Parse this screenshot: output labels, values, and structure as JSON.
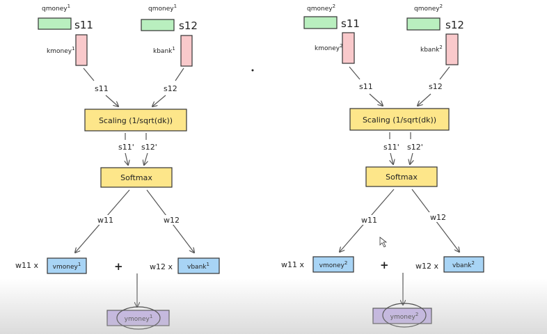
{
  "colors": {
    "query": "#b9efbf",
    "key": "#f9c9cb",
    "op": "#fde68a",
    "value": "#a8d4f5",
    "output": "#c9b6f0"
  },
  "heads": [
    {
      "q_label": "qmoney",
      "q_sup": "1",
      "q_label_b": "qmoney",
      "q_sup_b": "1",
      "k_label": "kmoney",
      "k_sup": "1",
      "k_label_b": "kbank",
      "k_sup_b": "1",
      "s_a": "s11",
      "s_b": "s12",
      "s_a_mid": "s11",
      "s_b_mid": "s12",
      "scaling": "Scaling (1/sqrt(dk))",
      "s_a_scaled": "s11'",
      "s_b_scaled": "s12'",
      "softmax": "Softmax",
      "w_a": "w11",
      "w_b": "w12",
      "w_a_times": "w11 x",
      "w_b_times": "w12 x",
      "v_a": "vmoney",
      "v_a_sup": "1",
      "v_b": "vbank",
      "v_b_sup": "1",
      "plus": "+",
      "y": "ymoney",
      "y_sup": "1"
    },
    {
      "q_label": "qmoney",
      "q_sup": "2",
      "q_label_b": "qmoney",
      "q_sup_b": "2",
      "k_label": "kmoney",
      "k_sup": "2",
      "k_label_b": "kbank",
      "k_sup_b": "2",
      "s_a": "s11",
      "s_b": "s12",
      "s_a_mid": "s11",
      "s_b_mid": "s12",
      "scaling": "Scaling (1/sqrt(dk))",
      "s_a_scaled": "s11'",
      "s_b_scaled": "s12'",
      "softmax": "Softmax",
      "w_a": "w11",
      "w_b": "w12",
      "w_a_times": "w11 x",
      "w_b_times": "w12 x",
      "v_a": "vmoney",
      "v_a_sup": "2",
      "v_b": "vbank",
      "v_b_sup": "2",
      "plus": "+",
      "y": "ymoney",
      "y_sup": "2"
    }
  ]
}
